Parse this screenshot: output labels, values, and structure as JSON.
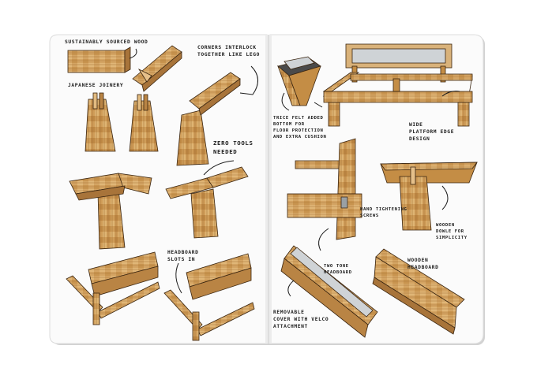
{
  "notebook": {
    "colors": {
      "page": "#fbfbfb",
      "page_edge": "#d9d9d9",
      "wood_light": "#dcb074",
      "wood_mid": "#c48d45",
      "wood_dark": "#8a5a22",
      "ink": "#1b1b1b",
      "glass": "#cfd3d6"
    },
    "left_page": {
      "notes": [
        "SUSTAINABLY SOURCED WOOD",
        "CORNERS INTERLOCK\nTOGETHER LIKE LEGO",
        "JAPANESE JOINERY",
        "ZERO TOOLS\nNEEDED",
        "HEADBOARD\nSLOTS IN"
      ]
    },
    "right_page": {
      "notes": [
        "TRICE FELT ADDED\nBOTTOM FOR\nFLOOR PROTECTION\nAND EXTRA CUSHION",
        "WIDE\nPLATFORM EDGE\nDESIGN",
        "HAND TIGHTENING\nSCREWS",
        "WOODEN\nDOWLE FOR\nSIMPLICITY",
        "TWO TONE\nHEADBOARD",
        "WOODEN\nHEADBOARD",
        "REMOVABLE\nCOVER WITH VELCO\nATTACHMENT"
      ]
    }
  }
}
